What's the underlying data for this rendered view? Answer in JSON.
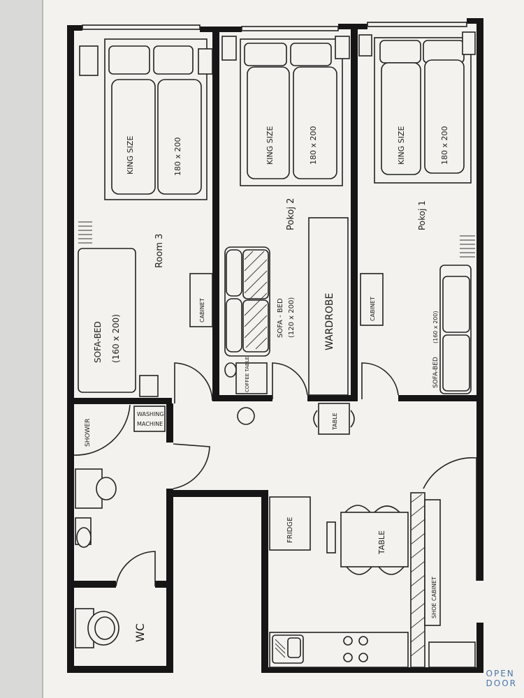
{
  "plan": {
    "rooms": {
      "room3": "Room 3",
      "pokoj2": "Pokoj 2",
      "pokoj1": "Pokoj 1",
      "wc": "WC"
    },
    "beds": {
      "size_label": "KING SIZE",
      "dims": "180 x 200"
    },
    "furniture": {
      "sofa_bed_room3": "SOFA-BED",
      "sofa_bed_room3_dims": "(160 x 200)",
      "sofa_bed_room2": "SOFA - BED",
      "sofa_bed_room2_dims": "(120 x 200)",
      "sofa_bed_room1": "SOFA-BED",
      "sofa_bed_room1_dims": "(160 x 200)",
      "cabinet": "CABINET",
      "wardrobe": "WARDROBE",
      "coffee_table": "COFFEE TABLE",
      "table": "TABLE",
      "shower": "SHOWER",
      "washing_machine_line1": "WASHING",
      "washing_machine_line2": "MACHINE",
      "fridge": "FRIDGE",
      "shoe_cabinet": "SHOE CABINET"
    }
  },
  "logo": {
    "line1": "OPEN",
    "line2": "DOOR"
  },
  "colors": {
    "wall": "#161616",
    "paper": "#f3f2ef",
    "logo": "#4a76a8"
  }
}
